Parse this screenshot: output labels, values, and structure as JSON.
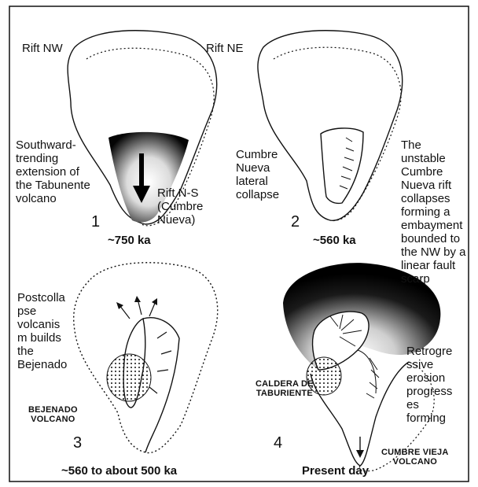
{
  "panels": [
    {
      "number": "1",
      "age": "~750 ka",
      "labels": {
        "rift_nw": "Rift NW",
        "rift_ne": "Rift NE",
        "extension": "Southward-\ntrending\nextension of\nthe Tabunente\nvolcano",
        "rift_ns": "Rift N-S\n(Cumbre\nNueva)"
      }
    },
    {
      "number": "2",
      "age": "~560 ka",
      "labels": {
        "collapse": "Cumbre\nNueva\nlateral\ncollapse",
        "description": "The\nunstable\nCumbre\nNueva rift\ncollapses\nforming a\nembayment\nbounded to\nthe NW by a\nlinear fault\nscarp"
      }
    },
    {
      "number": "3",
      "age": "~560 to about 500 ka",
      "labels": {
        "postcollapse": "Postcolla\npse\nvolcanis\nm builds\nthe\nBejenado",
        "bejenado": "BEJENADO\nVOLCANO"
      }
    },
    {
      "number": "4",
      "age": "Present day",
      "labels": {
        "caldera": "CALDERA DE\nTABURIENTE",
        "erosion": "Retrogre\nssive\nerosion\nprogress\nes\nforming",
        "cumbre_vieja": "CUMBRE VIEJA\nVOLCANO"
      }
    }
  ],
  "colors": {
    "ink": "#111111",
    "shade": "#0a0a0a",
    "paper": "#ffffff"
  }
}
